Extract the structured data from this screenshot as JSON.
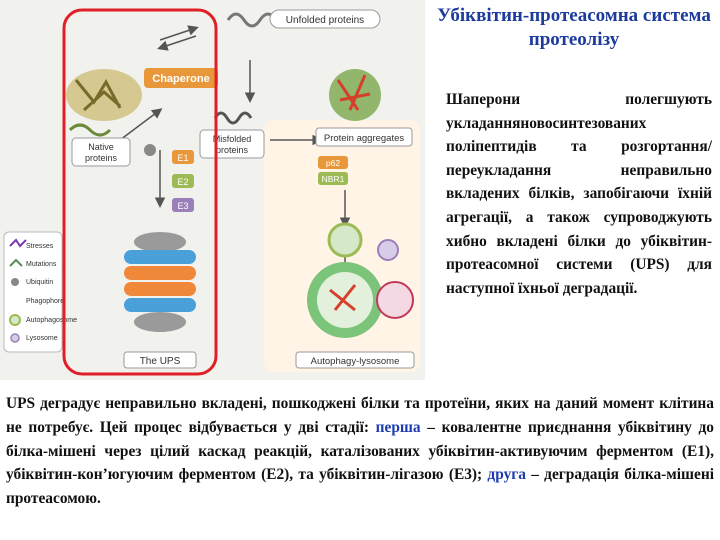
{
  "slide": {
    "title": "Убіквітин-протеасомна система протеолізу",
    "right_paragraph": "Шаперони полегшують укладанняновосинтезованих поліпептидів та розгортання/переукладання неправильно вкладених білків, запобігаючи їхній агрегації, а також супроводжують хибно вкладені білки до убіквітин-протеасомної системи (UPS) для наступної їхньої деградації.",
    "bottom_paragraph": {
      "intro": "UPS деградує неправильно вкладені, пошкоджені білки та протеїни, яких на даний момент клітина не потребує. Цей процес відбувається у дві стадії: ",
      "first_word": "перша",
      "middle": " – ковалентне приєднання убіквітину до білка-мішені через цілий каскад реакцій, каталізованих убіквітин-активуючим ферментом (Е1), убіквітин-кон’югуючим ферментом (Е2), та убіквітин-лігазою (Е3); ",
      "second_word": "друга",
      "end": " – деградація білка-мішені протеасомою."
    }
  },
  "figure": {
    "unfolded_proteins": "Unfolded proteins",
    "chaperone": "Chaperone",
    "native_proteins": "Native\nproteins",
    "misfolded_proteins": "Misfolded\nproteins",
    "protein_aggregates": "Protein aggregates",
    "e1": "E1",
    "e2": "E2",
    "e3": "E3",
    "p62": "p62",
    "nbr1": "NBR1",
    "the_ups": "The UPS",
    "autophagy_lysosome": "Autophagy-lysosome",
    "legend": [
      "Stresses",
      "Mutations",
      "Ubiquitin",
      "Phagophore",
      "Autophagosome",
      "Lysosome"
    ],
    "colors": {
      "title_blue": "#1c3b9c",
      "highlight_blue": "#1c3bb0",
      "highlight_frame": "#e01f26",
      "label_orange": "#e8983a",
      "label_green": "#9dbb55",
      "label_purple": "#9a7fb8",
      "proteasome_blue": "#4aa0d8",
      "proteasome_orange": "#f0883a",
      "lysosome_green": "#7cc47a"
    }
  }
}
